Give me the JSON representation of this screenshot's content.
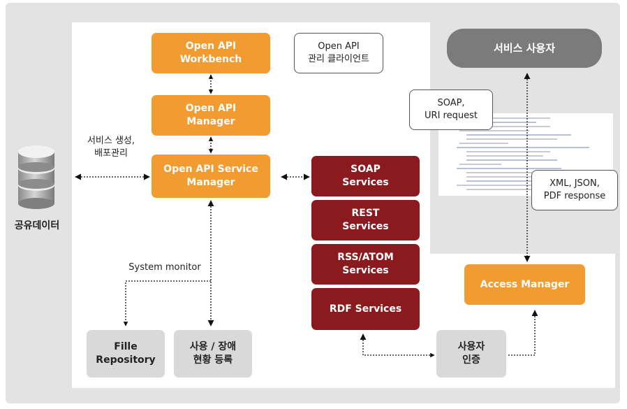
{
  "nodes": {
    "workbench": "Open API\nWorkbench",
    "manager": "Open API\nManager",
    "service_manager": "Open API Service\nManager",
    "client": "Open API\n관리 클라이언트",
    "soap": "SOAP\nServices",
    "rest": "REST\nServices",
    "rss": "RSS/ATOM Services",
    "rdf": "RDF Services",
    "service_user": "서비스 사용자",
    "soap_request": "SOAP,\nURI request",
    "xml_response": "XML, JSON,\nPDF response",
    "access_manager": "Access Manager",
    "file_repo": "Fille\nRepository",
    "usage_register": "사용 / 장애\n현황 등록",
    "user_auth": "사용자\n인증"
  },
  "labels": {
    "service_creation": "서비스 생성,\n배포관리",
    "shared_data": "공유데이터",
    "system_monitor": "System monitor"
  },
  "colors": {
    "orange": "#f29b30",
    "dark_red": "#8b1a1f",
    "gray_box": "#d9d9d9",
    "pill": "#7b7b7b",
    "background": "#e3e3e3"
  },
  "icons": {
    "database": "database-icon"
  }
}
